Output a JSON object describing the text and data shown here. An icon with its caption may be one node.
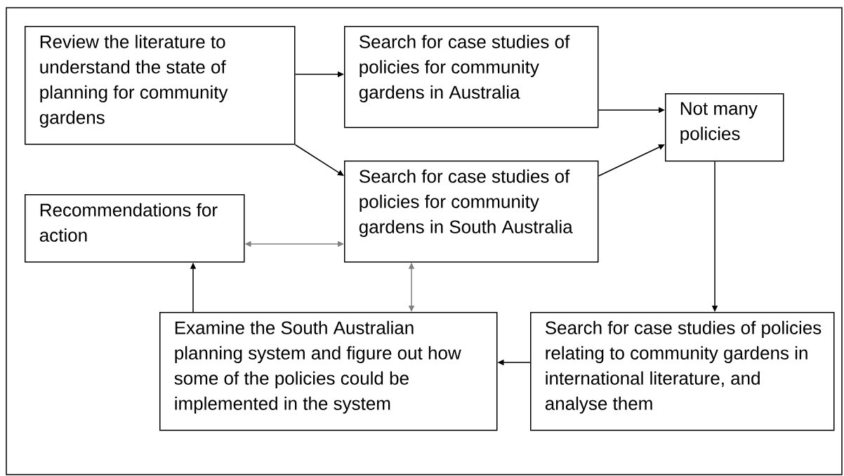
{
  "diagram": {
    "nodes": [
      {
        "text": [
          "Review the literature to understand the state of planning for community gardens"
        ]
      },
      {
        "text": [
          "Search for case studies of policies for community gardens in Australia"
        ]
      },
      {
        "text": [
          "Not many policies"
        ]
      },
      {
        "text": [
          "Search for case studies of policies for community gardens in South Australia"
        ]
      },
      {
        "text": [
          "Recommendations for action"
        ]
      },
      {
        "text": [
          "Examine the South Australian planning system and figure out how some of the policies could be implemented in the system"
        ]
      },
      {
        "text": [
          "Search for case studies of policies relating to community gardens in international literature, and analyse them"
        ]
      }
    ],
    "edges": [
      {
        "from": 0,
        "to": 1,
        "arrow": "to"
      },
      {
        "from": 0,
        "to": 3,
        "arrow": "to"
      },
      {
        "from": 1,
        "to": 2,
        "arrow": "to"
      },
      {
        "from": 3,
        "to": 2,
        "arrow": "to"
      },
      {
        "from": 2,
        "to": 6,
        "arrow": "to"
      },
      {
        "from": 6,
        "to": 5,
        "arrow": "to"
      },
      {
        "from": 5,
        "to": 4,
        "arrow": "to"
      },
      {
        "from": 4,
        "to": 3,
        "arrow": "both",
        "color": "#808080"
      },
      {
        "from": 3,
        "to": 5,
        "arrow": "both",
        "color": "#808080"
      }
    ]
  }
}
